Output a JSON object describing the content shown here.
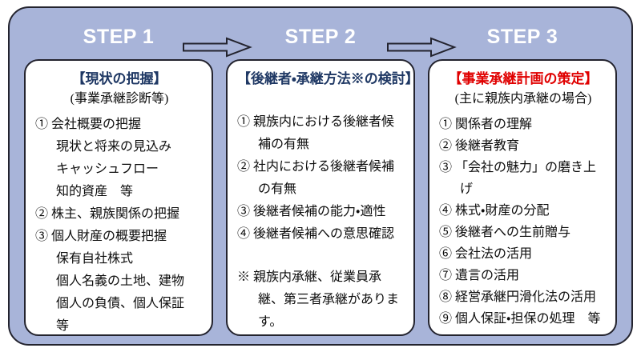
{
  "colors": {
    "container_bg": "#a8b4d9",
    "box_bg": "#ffffff",
    "border": "#23232e",
    "title_navy": "#1f3864",
    "title_red": "#e00000",
    "step_text": "#ffffff",
    "body_text": "#0d0d0d"
  },
  "header": {
    "steps": [
      "STEP 1",
      "STEP 2",
      "STEP 3"
    ],
    "arrow_icon": "right-block-arrow"
  },
  "boxes": [
    {
      "title": "【現状の把握】",
      "subtitle": "(事業承継診断等)",
      "lines": [
        {
          "text": "① 会社概要の把握"
        },
        {
          "text": "現状と将来の見込み",
          "sub": true
        },
        {
          "text": "キャッシュフロー",
          "sub": true
        },
        {
          "text": "知的資産　等",
          "sub": true
        },
        {
          "text": "② 株主、親族関係の把握"
        },
        {
          "text": "③ 個人財産の概要把握"
        },
        {
          "text": "保有自社株式",
          "sub": true
        },
        {
          "text": "個人名義の土地、建物",
          "sub": true
        },
        {
          "text": "個人の負債、個人保証　等",
          "sub": true
        }
      ]
    },
    {
      "title": "【後継者・承継方法※の検討】",
      "lines": [
        {
          "text": "① 親族内における後継者候補の有無"
        },
        {
          "text": "② 社内における後継者候補の有無"
        },
        {
          "text": "③ 後継者候補の能力・適性"
        },
        {
          "text": "④ 後継者候補への意思確認"
        },
        {
          "text": "※ 親族内承継、従業員承継、第三者承継があります。",
          "note": true
        }
      ]
    },
    {
      "title": "【事業承継計画の策定】",
      "subtitle": "(主に親族内承継の場合)",
      "lines": [
        {
          "text": "① 関係者の理解"
        },
        {
          "text": "② 後継者教育"
        },
        {
          "text": "③ 「会社の魅力」の磨き上げ"
        },
        {
          "text": "④ 株式・財産の分配"
        },
        {
          "text": "⑤ 後継者への生前贈与"
        },
        {
          "text": "⑥ 会社法の活用"
        },
        {
          "text": "⑦ 遺言の活用"
        },
        {
          "text": "⑧ 経営承継円滑化法の活用"
        },
        {
          "text": "⑨ 個人保証・担保の処理　等"
        }
      ]
    }
  ]
}
